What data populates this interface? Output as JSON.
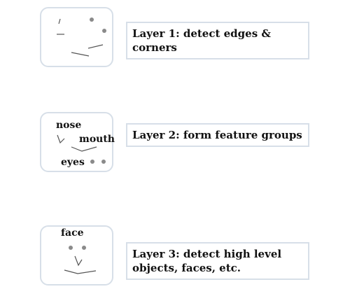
{
  "layers": [
    {
      "caption": "Layer 1: detect edges & corners",
      "labels": []
    },
    {
      "caption": "Layer 2: form feature groups",
      "labels": [
        "nose",
        "mouth",
        "eyes"
      ]
    },
    {
      "caption": "Layer 3: detect high level objects, faces, etc.",
      "labels": [
        "face"
      ]
    }
  ],
  "colors": {
    "border": "#d7dfe8",
    "feature_stroke": "#555555",
    "dot": "#8a8a8a"
  }
}
